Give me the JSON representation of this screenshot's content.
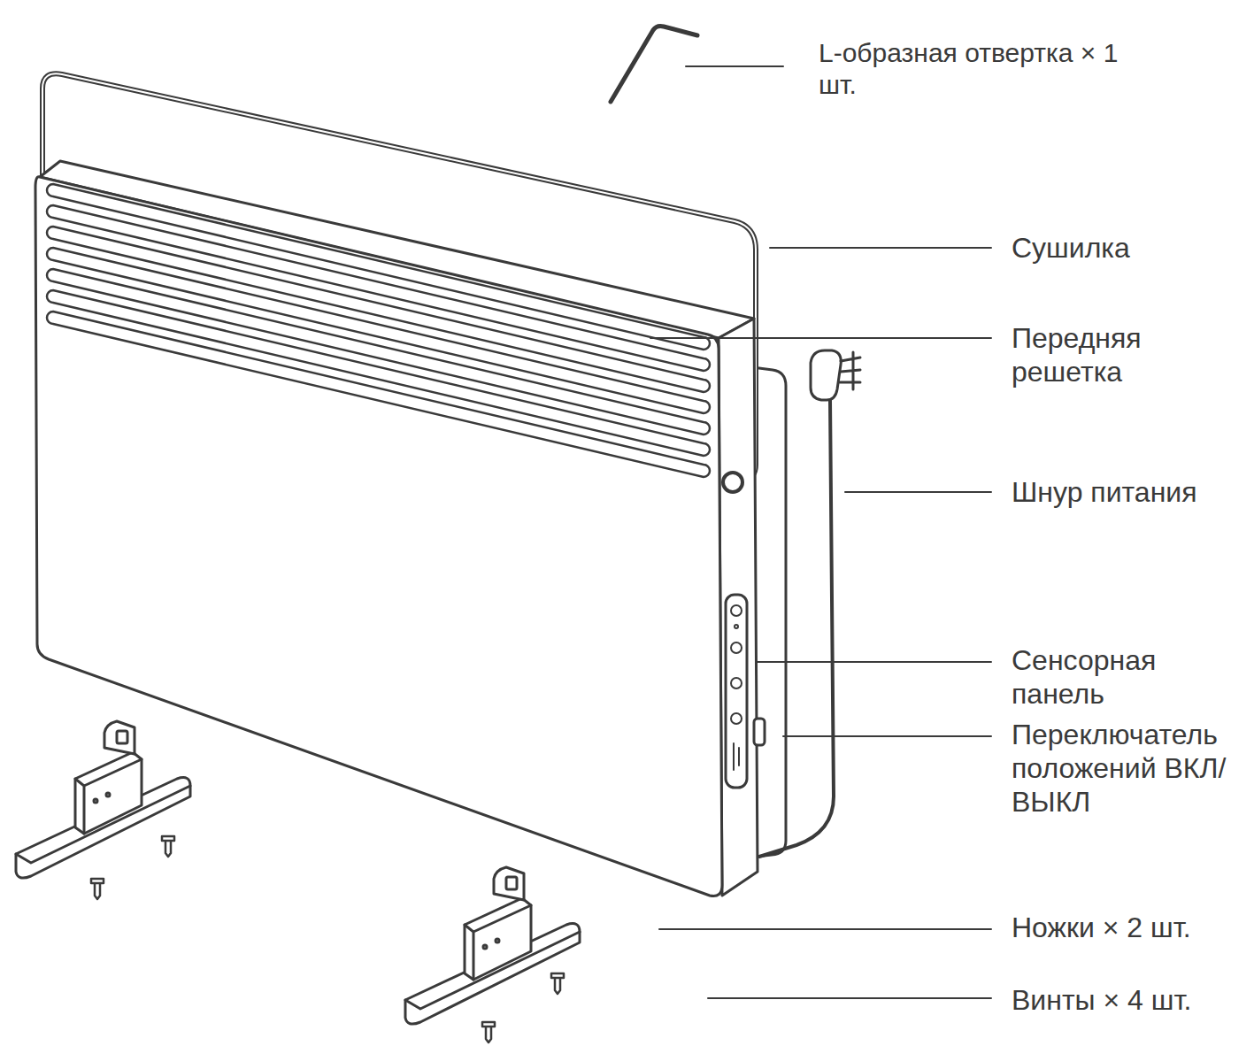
{
  "diagram": {
    "labels": [
      "L-образная отвертка × 1 шт.",
      "Сушилка",
      "Передняя решетка",
      "Шнур питания",
      "Сенсорная панель",
      "Переключатель положений ВКЛ/ВЫКЛ",
      "Ножки × 2 шт.",
      "Винты × 4 шт."
    ]
  }
}
